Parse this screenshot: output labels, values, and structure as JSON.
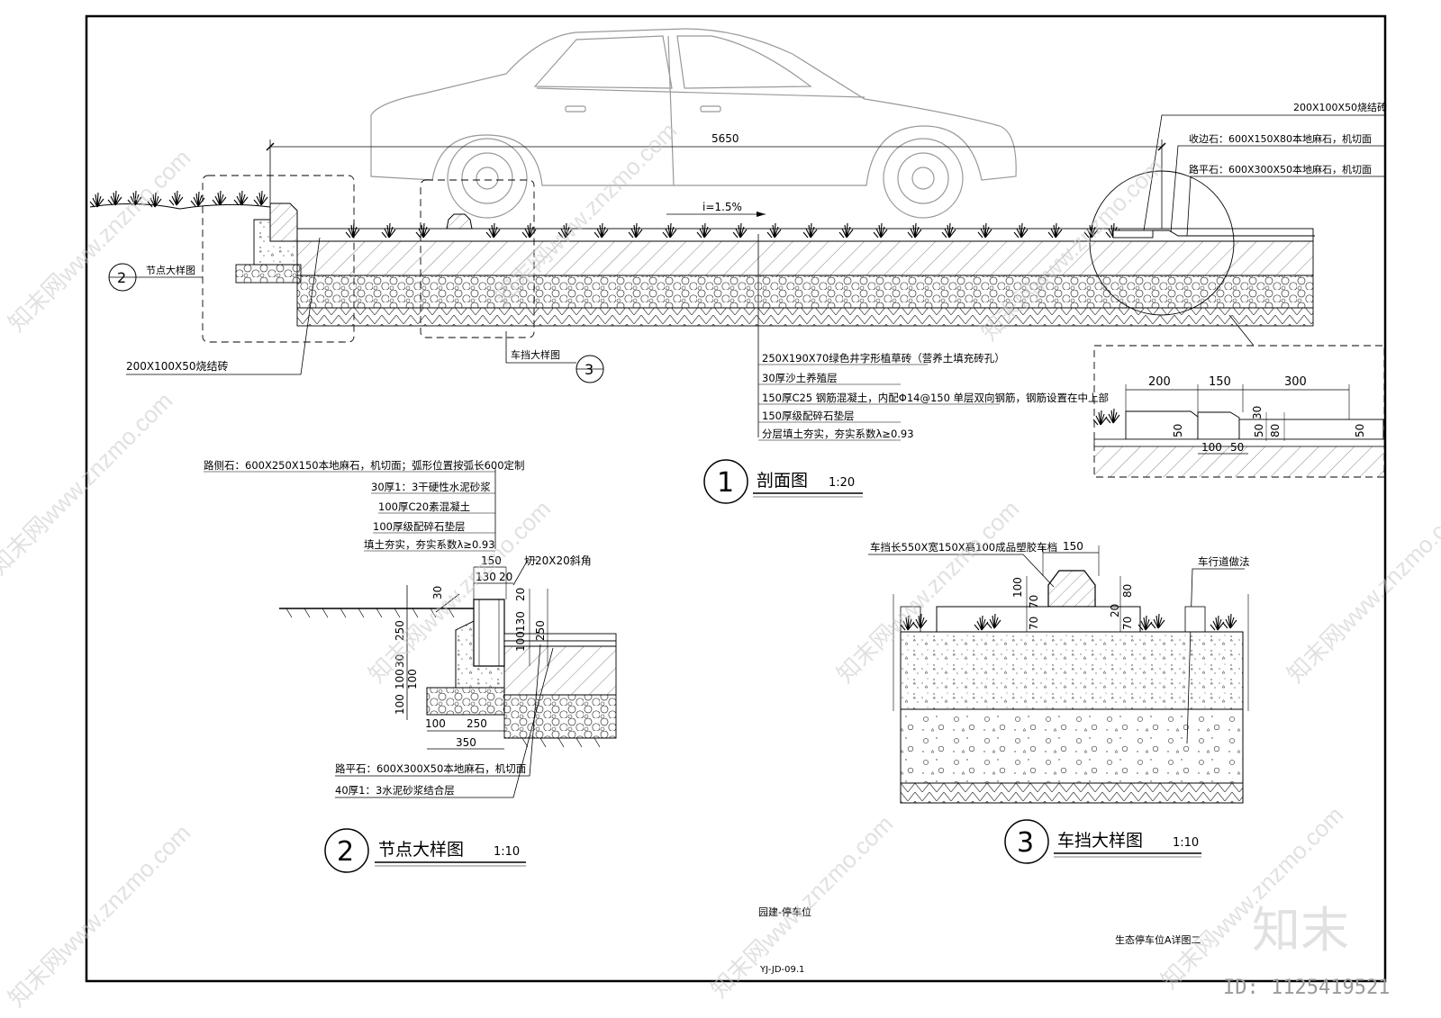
{
  "section": {
    "dim_total": "5650",
    "slope": "i=1.5%",
    "layers": [
      "250X190X70绿色井字形植草砖（营养土填充砖孔）",
      "30厚沙土养殖层",
      "150厚C25 钢筋混凝土，内配Φ14@150 单层双向钢筋，钢筋设置在中上部",
      "150厚级配碎石垫层",
      "分层填土夯实，夯实系数λ≥0.93"
    ],
    "left_label_node": "节点大样图",
    "left_brick": "200X100X50烧结砖",
    "car_stop_label": "车挡大样图",
    "right_labels": [
      "200X100X50烧结砖",
      "收边石：600X150X80本地麻石，机切面",
      "路平石：600X300X50本地麻石，机切面"
    ],
    "title": "剖面图",
    "scale": "1:20",
    "num": "1"
  },
  "inset": {
    "dims_top": [
      "200",
      "150",
      "300"
    ],
    "dims_v": [
      "50",
      "30",
      "50",
      "80",
      "50"
    ],
    "dims_bottom": [
      "100",
      "50"
    ]
  },
  "detail2": {
    "notes": [
      "路侧石：600X250X150本地麻石，机切面；弧形位置按弧长600定制",
      "30厚1：3干硬性水泥砂浆",
      "100厚C20素混凝土",
      "100厚级配碎石垫层",
      "填土夯实，夯实系数λ≥0.93"
    ],
    "top_dims": [
      "150",
      "130",
      "20"
    ],
    "chamfer": "切20X20斜角",
    "v_dims_left": [
      "30",
      "250",
      "30",
      "100",
      "100",
      "100"
    ],
    "v_dims_right": [
      "20",
      "130",
      "100",
      "250"
    ],
    "bottom_dims": [
      "100",
      "250",
      "350"
    ],
    "bottom_notes": [
      "路平石：600X300X50本地麻石，机切面",
      "40厚1：3水泥砂浆结合层"
    ],
    "title": "节点大样图",
    "scale": "1:10",
    "num": "2"
  },
  "detail3": {
    "note_left": "车挡长550X宽150X高100成品塑胶车档",
    "note_right": "车行道做法",
    "dim_top": "150",
    "v_dims_left": [
      "100",
      "70",
      "70"
    ],
    "v_dims_right": [
      "80",
      "20",
      "70"
    ],
    "title": "车挡大样图",
    "scale": "1:10",
    "num": "3"
  },
  "footer": {
    "center": "园建-停车位",
    "right": "生态停车位A详图二",
    "code": "YJ-JD-09.1"
  },
  "watermark": {
    "text": "知末网www.znzmo.com",
    "logo": "知末",
    "id": "ID: 1125419521"
  }
}
